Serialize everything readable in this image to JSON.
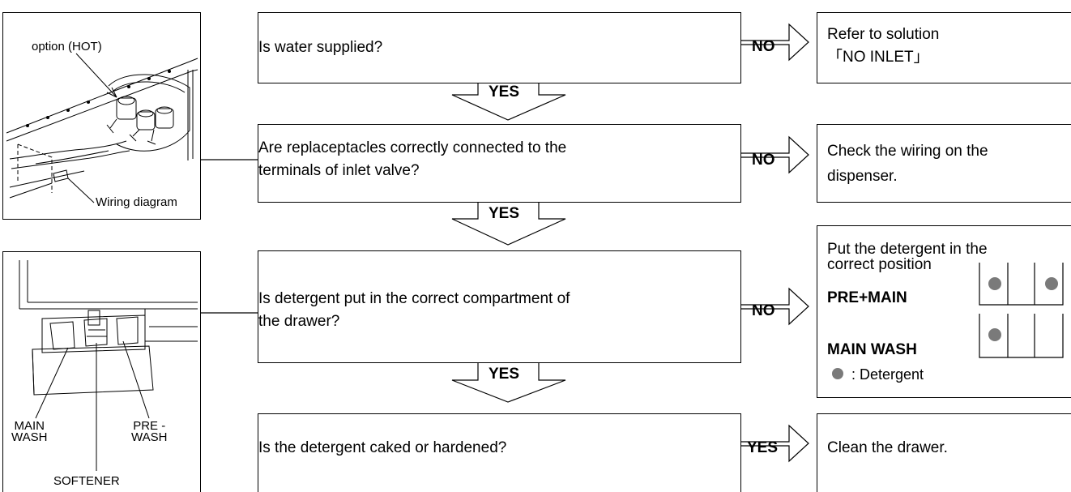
{
  "illustrations": {
    "valve": {
      "hot_option_label": "option (HOT)",
      "wiring_label": "Wiring diagram"
    },
    "drawer": {
      "main_wash_label": "MAIN\nWASH",
      "prewash_label": "PRE -\nWASH",
      "softener_label": "SOFTENER"
    }
  },
  "steps": [
    {
      "question": "Is water supplied?",
      "branch": "NO",
      "result": [
        "Refer to solution",
        "「NO INLET」"
      ],
      "continue": "YES"
    },
    {
      "question": [
        "Are replaceptacles correctly connected to the",
        "terminals of inlet valve?"
      ],
      "branch": "NO",
      "result": [
        "Check the wiring on the",
        "dispenser."
      ],
      "continue": "YES"
    },
    {
      "question": [
        "Is detergent put in the correct compartment of",
        "the drawer?"
      ],
      "branch": "NO",
      "result": {
        "line1": "Put the detergent in the",
        "line2": "correct position",
        "option1": "PRE+MAIN",
        "option2": "MAIN WASH",
        "legend": ": Detergent"
      },
      "continue": "YES"
    },
    {
      "question": "Is the detergent caked or hardened?",
      "branch": "YES",
      "result": "Clean the drawer."
    }
  ],
  "colors": {
    "detergent_dot": "#7a7a7a"
  }
}
